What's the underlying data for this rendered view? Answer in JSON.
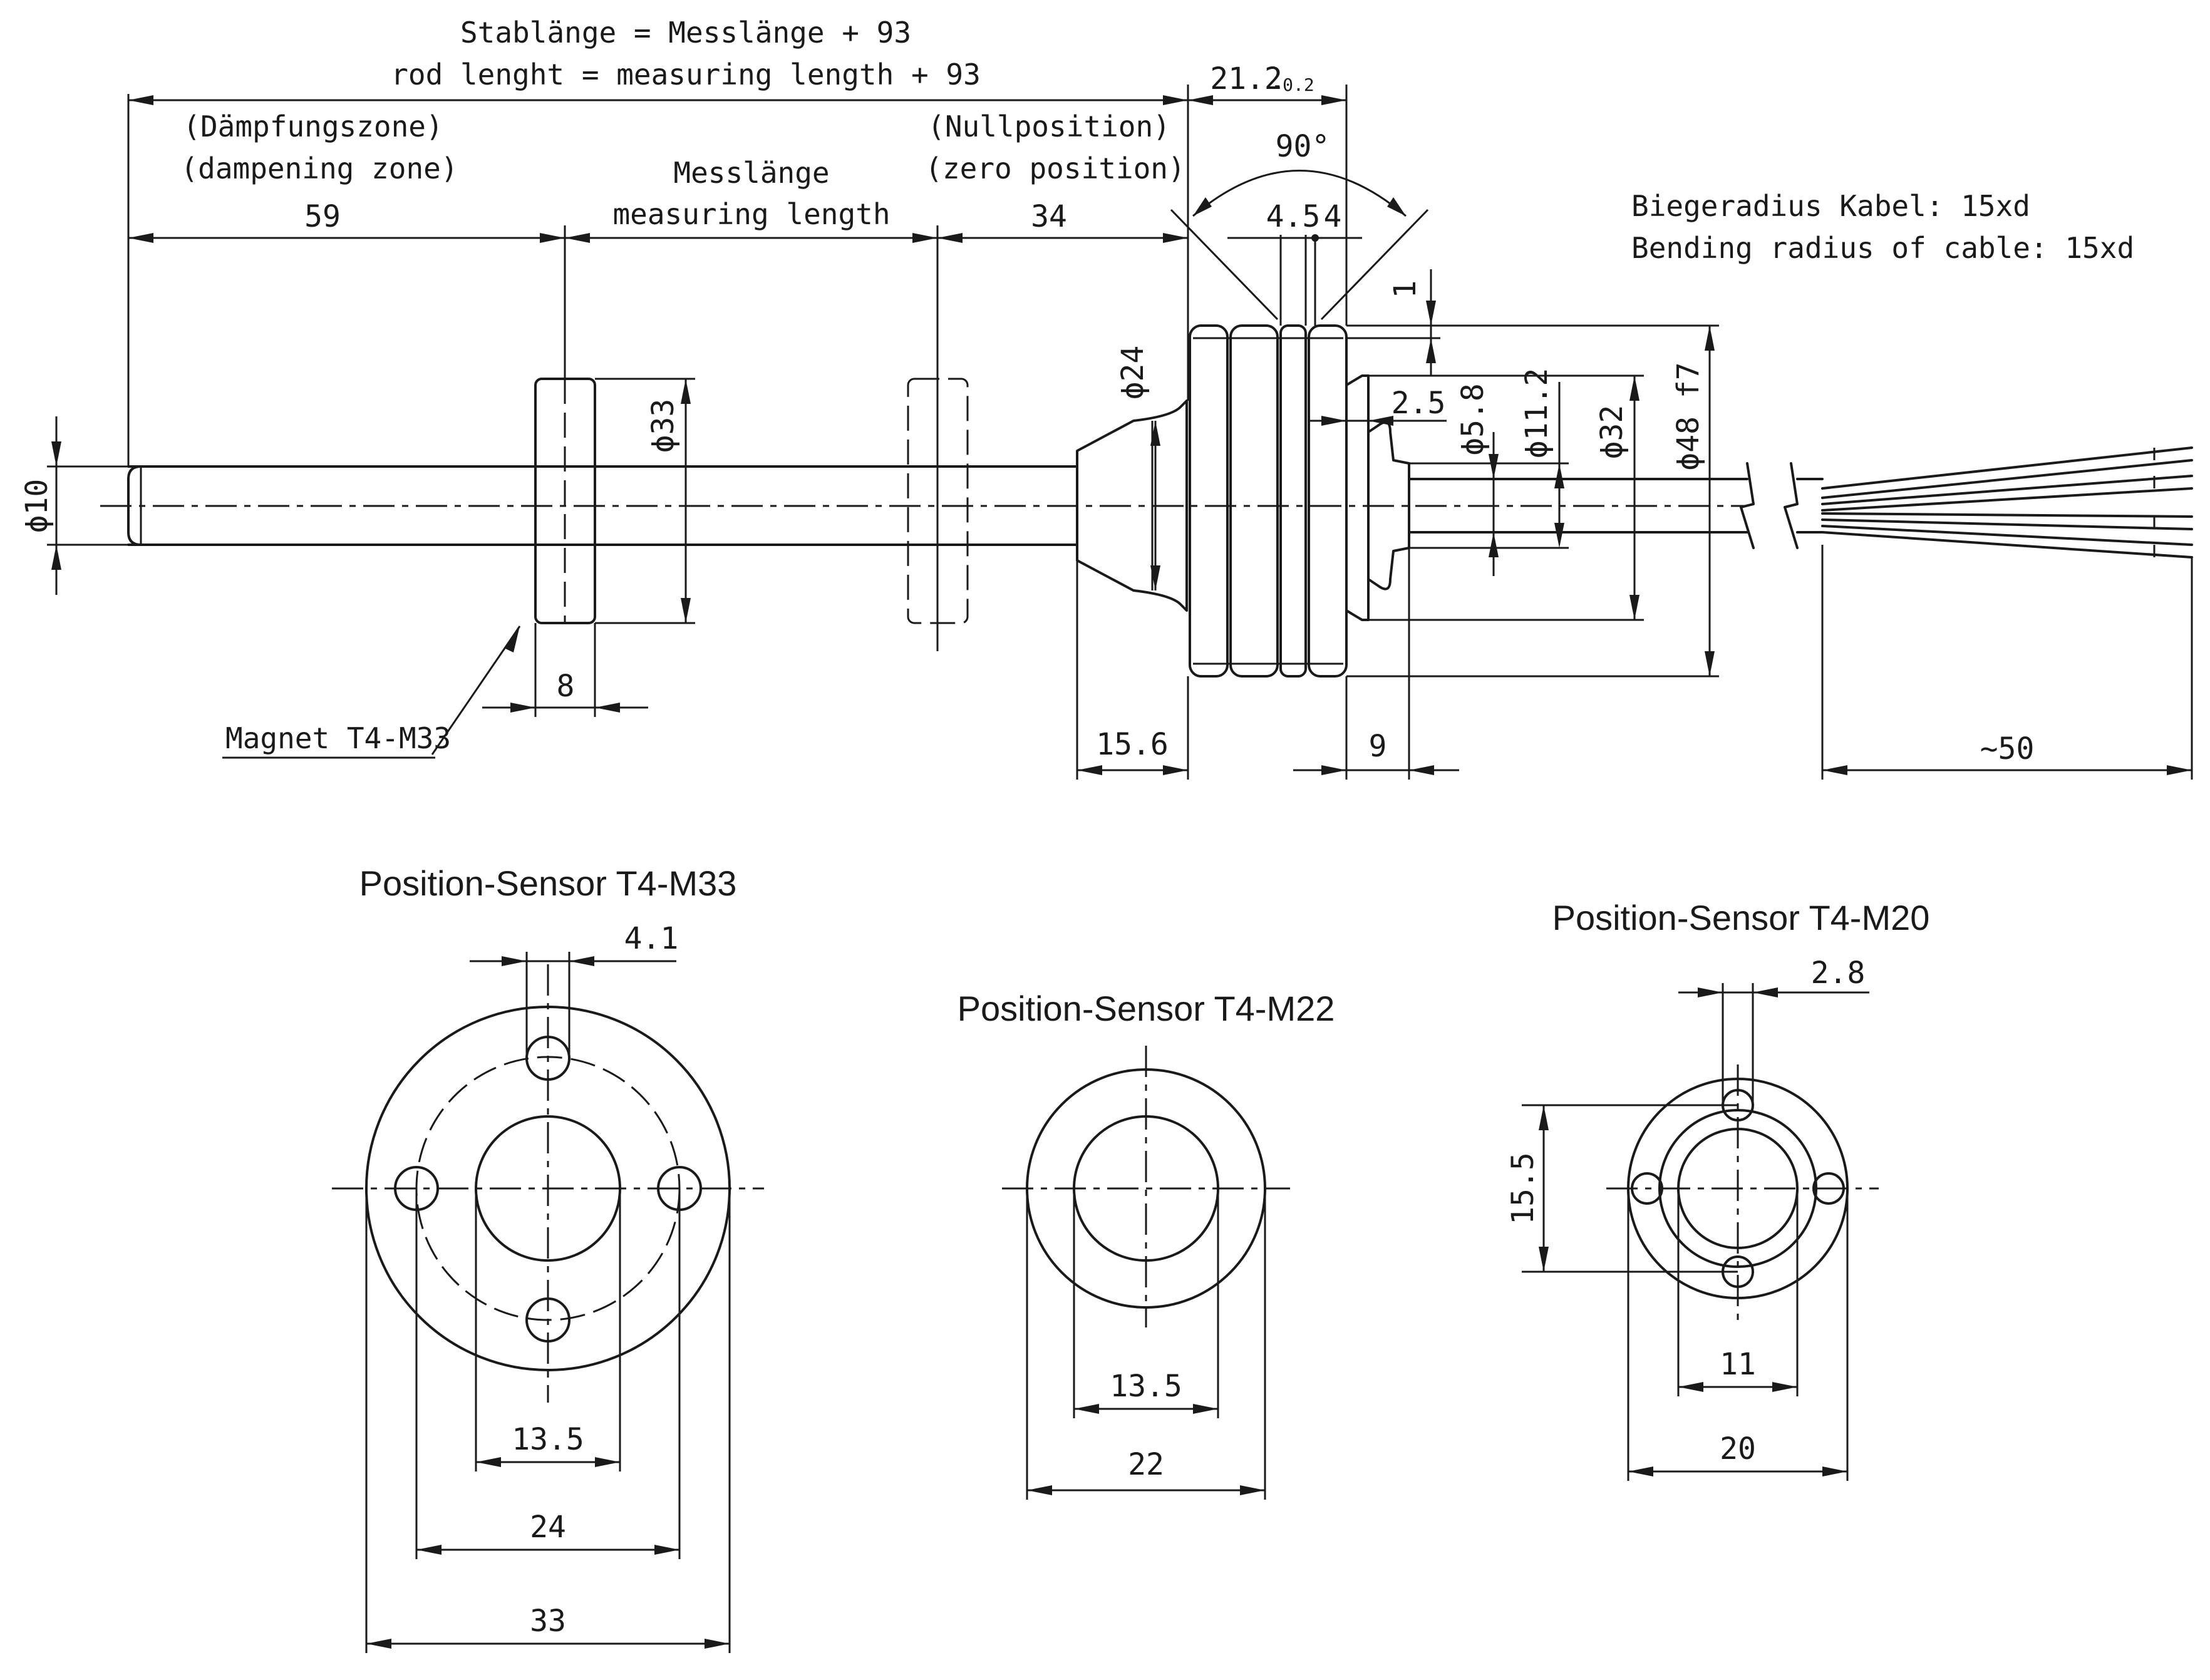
{
  "side_view": {
    "rod_length_de": "Stablänge = Messlänge + 93",
    "rod_length_en": "rod lenght = measuring length + 93",
    "dampening_de": "(Dämpfungszone)",
    "dampening_en": "(dampening zone)",
    "dampening_value": "59",
    "measuring_de": "Messlänge",
    "measuring_en": "measuring length",
    "zero_de": "(Nullposition)",
    "zero_en": "(zero position)",
    "zero_value": "34",
    "flange_width": "21.2",
    "flange_tol": "-0.2",
    "angle": "90°",
    "groove_a": "4.5",
    "groove_b": "4",
    "bend_de": "Biegeradius Kabel: 15xd",
    "bend_en": "Bending radius of cable: 15xd",
    "dim_1": "1",
    "dim_25": "2.5",
    "d10": "ϕ10",
    "d33": "ϕ33",
    "d24": "ϕ24",
    "d58": "ϕ5.8",
    "d112": "ϕ11.2",
    "d32": "ϕ32",
    "d48": "ϕ48 f7",
    "magnet_label": "Magnet T4-M33",
    "magnet_width": "8",
    "cone_len": "15.6",
    "nut_len": "9",
    "cable_len": "~50"
  },
  "m33": {
    "title": "Position-Sensor T4-M33",
    "hole": "4.1",
    "inner": "13.5",
    "pcd": "24",
    "outer": "33"
  },
  "m22": {
    "title": "Position-Sensor T4-M22",
    "inner": "13.5",
    "outer": "22"
  },
  "m20": {
    "title": "Position-Sensor T4-M20",
    "hole": "2.8",
    "pcd": "15.5",
    "inner": "11",
    "outer": "20"
  }
}
